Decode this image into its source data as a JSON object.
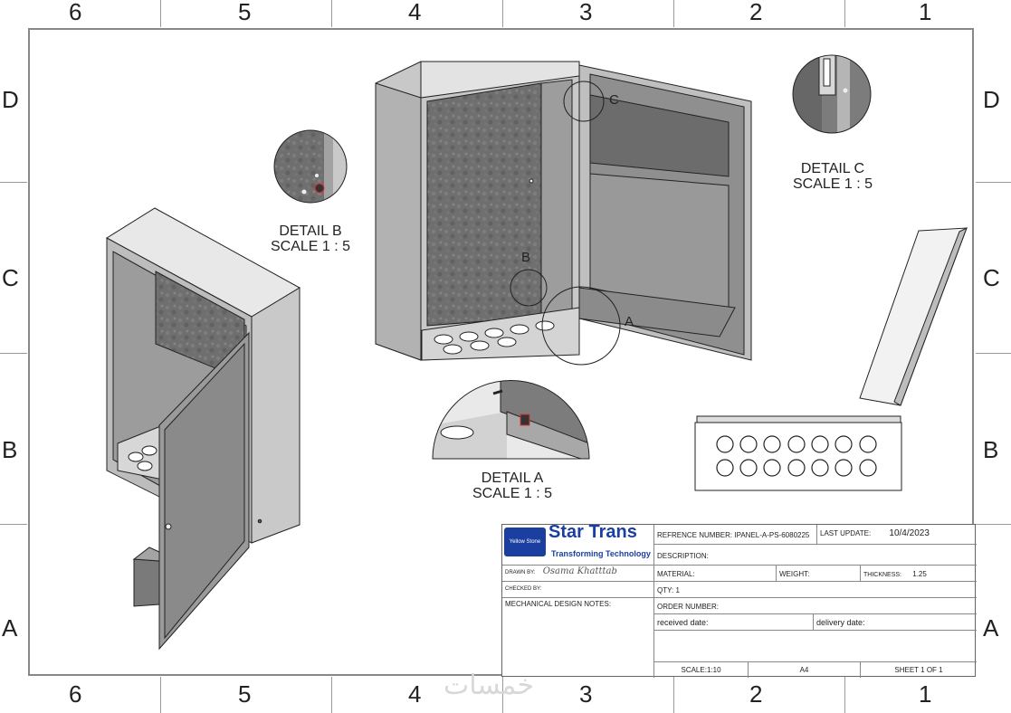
{
  "border_zones": {
    "columns": [
      "6",
      "5",
      "4",
      "3",
      "2",
      "1"
    ],
    "rows": [
      "D",
      "C",
      "B",
      "A"
    ]
  },
  "details": {
    "b": {
      "title": "DETAIL B",
      "scale": "SCALE 1 : 5",
      "callout": "B"
    },
    "c": {
      "title": "DETAIL C",
      "scale": "SCALE 1 : 5",
      "callout": "C"
    },
    "a": {
      "title": "DETAIL A",
      "scale": "SCALE 1 : 5",
      "callout": "A"
    }
  },
  "title_block": {
    "logo_text": "Star Trans",
    "logo_tagline": "Transforming Technology",
    "logo_badge": "Yellow Stone",
    "reference_label": "REFRENCE NUMBER:",
    "reference_value": "IPANEL-A-PS-6080225",
    "last_update_label": "LAST UPDATE:",
    "last_update_value": "10/4/2023",
    "description_label": "DESCRIPTION:",
    "drawn_by_label": "DRAWN BY:",
    "drawn_by_value": "Osama Khatttab",
    "material_label": "MATERIAL:",
    "weight_label": "WEIGHT:",
    "thickness_label": "THICKNESS:",
    "thickness_value": "1.25",
    "checked_by_label": "CHECKED BY:",
    "qty_label": "QTY:",
    "qty_value": "1",
    "notes_label": "MECHANICAL DESIGN NOTES:",
    "order_label": "ORDER NUMBER:",
    "received_label": "received date:",
    "delivery_label": "delivery date:",
    "scale_value": "SCALE:1:10",
    "paper_value": "A4",
    "sheet_value": "SHEET 1 OF 1"
  },
  "watermark": "خمسات",
  "colors": {
    "frame": "#888888",
    "panel_gray": "#8a8a8a",
    "backplate": "#6e6e6e",
    "title_blue": "#1a3fa0"
  }
}
